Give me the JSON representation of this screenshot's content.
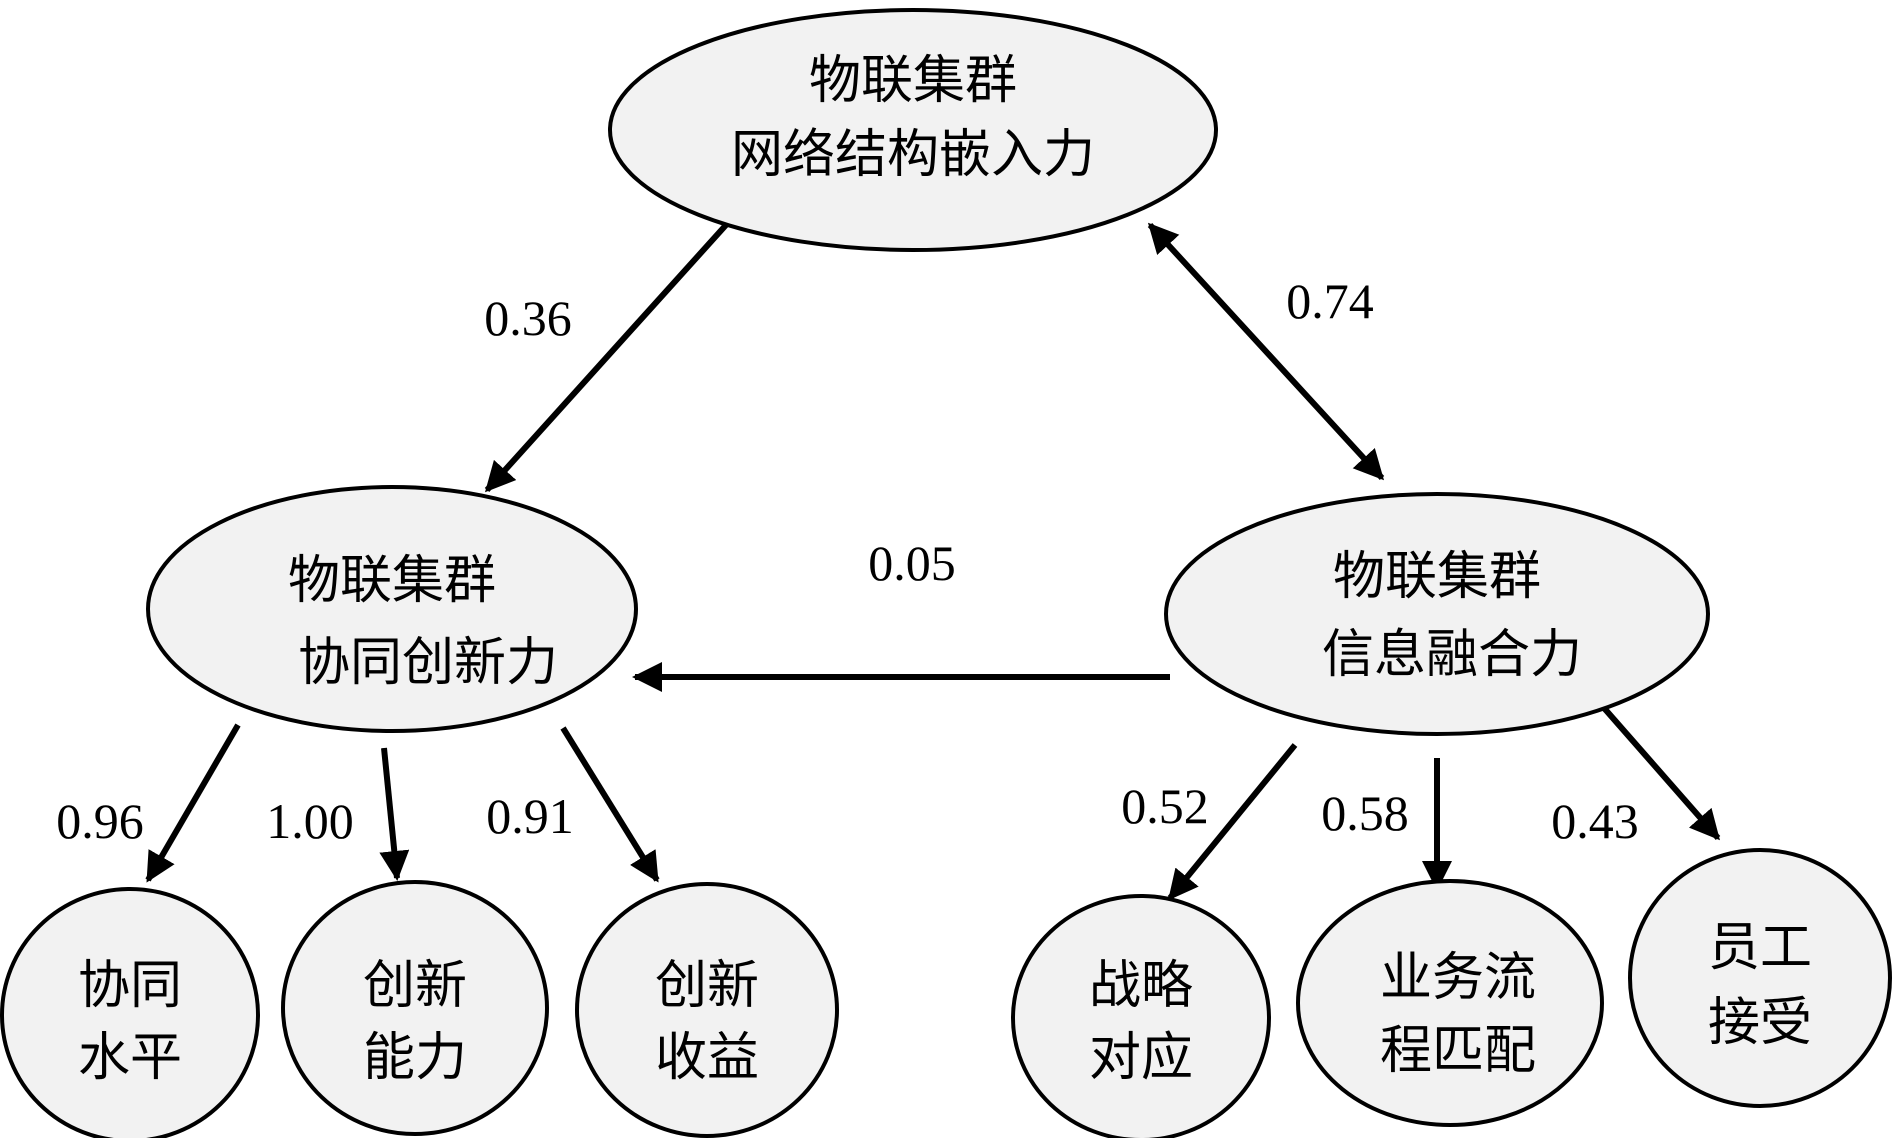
{
  "nodes": {
    "embed": {
      "lines": [
        "物联集群",
        "网络结构嵌入力"
      ]
    },
    "collab": {
      "lines": [
        "物联集群",
        "协同创新力"
      ]
    },
    "info": {
      "lines": [
        "物联集群",
        "信息融合力"
      ]
    },
    "sync": {
      "lines": [
        "协同",
        "水平"
      ]
    },
    "innov": {
      "lines": [
        "创新",
        "能力"
      ]
    },
    "benefit": {
      "lines": [
        "创新",
        "收益"
      ]
    },
    "strat": {
      "lines": [
        "战略",
        "对应"
      ]
    },
    "process": {
      "lines": [
        "业务流",
        "程匹配"
      ]
    },
    "staff": {
      "lines": [
        "员工",
        "接受"
      ]
    }
  },
  "edges": {
    "embed_collab": {
      "label": "0.36"
    },
    "embed_info": {
      "label": "0.74"
    },
    "info_collab": {
      "label": "0.05"
    },
    "collab_sync": {
      "label": "0.96"
    },
    "collab_innov": {
      "label": "1.00"
    },
    "collab_benefit": {
      "label": "0.91"
    },
    "info_strat": {
      "label": "0.52"
    },
    "info_process": {
      "label": "0.58"
    },
    "info_staff": {
      "label": "0.43"
    }
  }
}
